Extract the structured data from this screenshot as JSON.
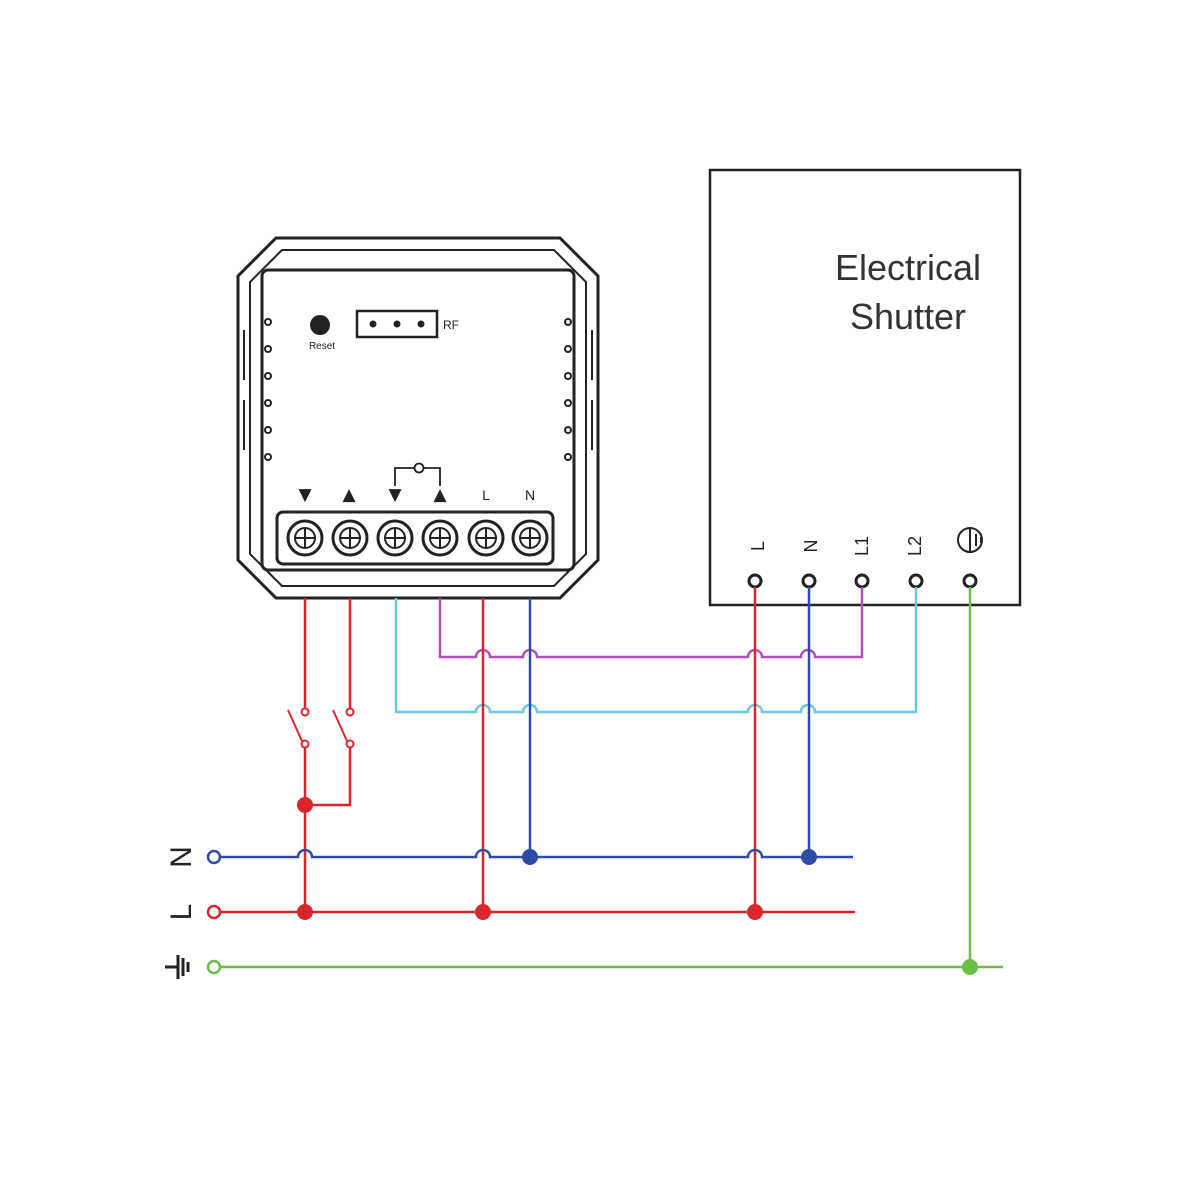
{
  "colors": {
    "line": "#d9262d",
    "neutral": "#2e4ca6",
    "earth": "#6bbf45",
    "up_out": "#b04fb7",
    "down_out": "#6cc8e0",
    "outline": "#222222"
  },
  "module": {
    "reset_label": "Reset",
    "rf_label": "RF",
    "terminal_labels": [
      "▼",
      "▲",
      "▼",
      "▲",
      "L",
      "N"
    ],
    "terminal_icon": "screw-terminal-icon",
    "common_icon": "common-terminal-icon"
  },
  "shutter": {
    "title_line1": "Electrical",
    "title_line2": "Shutter",
    "terminals": [
      "L",
      "N",
      "L1",
      "L2"
    ],
    "earth_icon": "earth-ground-icon"
  },
  "mains": {
    "neutral_label": "N",
    "line_label": "L",
    "earth_icon": "earth-ground-icon"
  },
  "switches": {
    "count": 2,
    "icon": "switch-icon"
  }
}
